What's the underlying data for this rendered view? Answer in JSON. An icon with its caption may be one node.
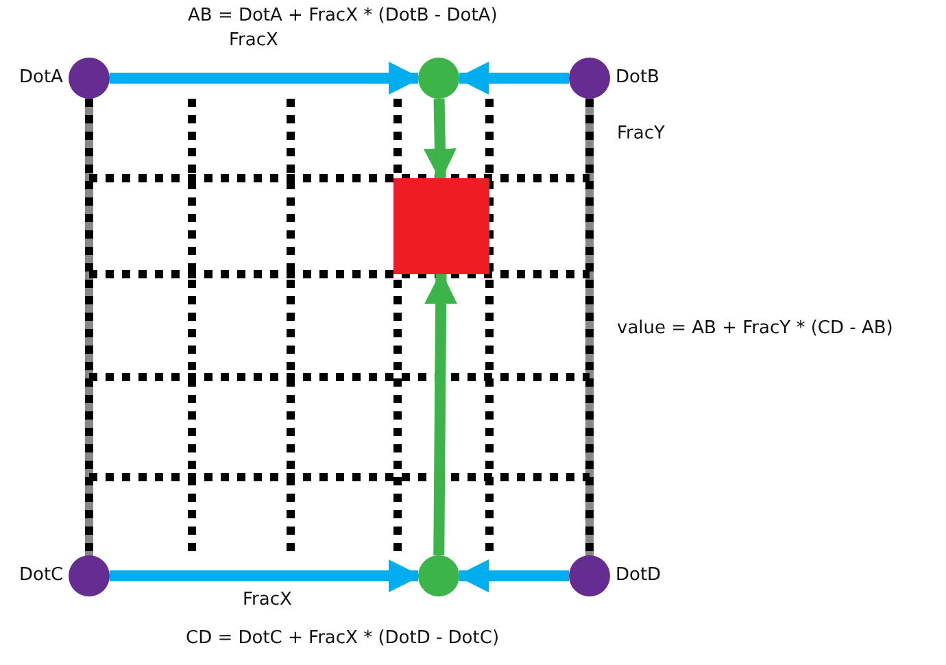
{
  "diagram": {
    "nodes": [
      {
        "text": [],
        "shape": "circle",
        "beside": [
          "DotA"
        ]
      },
      {
        "text": [],
        "shape": "circle"
      },
      {
        "text": [],
        "shape": "circle",
        "beside": [
          "DotB"
        ]
      },
      {
        "text": [],
        "shape": "box"
      },
      {
        "text": [],
        "shape": "circle",
        "beside": [
          "DotC"
        ]
      },
      {
        "text": [],
        "shape": "circle"
      },
      {
        "text": [],
        "shape": "circle",
        "beside": [
          "DotD"
        ]
      }
    ],
    "edges": [
      {
        "from": 0,
        "to": 1,
        "arrow": "to",
        "label": "FracX"
      },
      {
        "from": 2,
        "to": 1,
        "arrow": "to"
      },
      {
        "from": 4,
        "to": 5,
        "arrow": "to",
        "label": "FracX"
      },
      {
        "from": 6,
        "to": 5,
        "arrow": "to"
      },
      {
        "from": 1,
        "to": 3,
        "arrow": "to",
        "color": "#3cb44a"
      },
      {
        "from": 5,
        "to": 3,
        "arrow": "to",
        "color": "#3cb44a"
      }
    ],
    "labels": [
      "AB = DotA + FracX * (DotB - DotA)",
      "FracY",
      "value = AB + FracY * (CD - AB)",
      "CD = DotC + FracX * (DotD - DotC)"
    ]
  }
}
